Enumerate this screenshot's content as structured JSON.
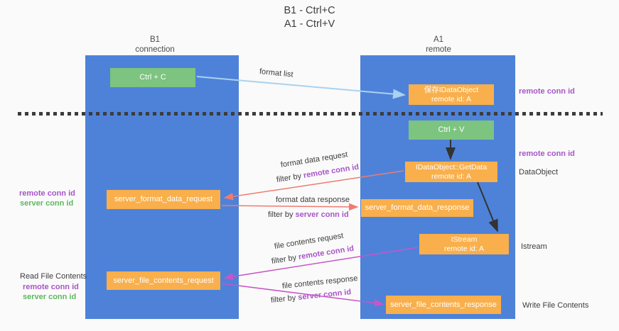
{
  "title": {
    "line1": "B1 - Ctrl+C",
    "line2": "A1 - Ctrl+V"
  },
  "columns": {
    "left": {
      "name": "B1",
      "role": "connection"
    },
    "right": {
      "name": "A1",
      "role": "remote"
    }
  },
  "nodes": {
    "ctrl_c": "Ctrl + C",
    "ctrl_v": "Ctrl + V",
    "save_idataobject": {
      "line1": "保存IDataObject",
      "line2": "remote id: A"
    },
    "getdata": {
      "line1": "IDataObject::GetData",
      "line2": "remote id: A"
    },
    "istream": {
      "line1": "IStream",
      "line2": "remote id: A"
    },
    "server_format_data_request": "server_format_data_request",
    "server_format_data_response": "server_format_data_response",
    "server_file_contents_request": "server_file_contents_request",
    "server_file_contents_response": "server_file_contents_response"
  },
  "side_labels": {
    "remote_conn_id": "remote conn id",
    "server_conn_id": "server conn id",
    "dataobject": "DataObject",
    "istream": "Istream",
    "read_file_contents": "Read File Contents",
    "write_file_contents": "Write File Contents"
  },
  "arrow_labels": {
    "format_list": "format list",
    "format_data_request": "format data request",
    "filter_remote_1": {
      "prefix": "filter by ",
      "highlight": "remote conn id"
    },
    "format_data_response": "format data response",
    "filter_server_1": {
      "prefix": "filter by ",
      "highlight": "server conn id"
    },
    "file_contents_request": "file contents request",
    "filter_remote_2": {
      "prefix": "filter by ",
      "highlight": "remote conn id"
    },
    "file_contents_response": "file contents response",
    "filter_server_2": {
      "prefix": "filter by ",
      "highlight": "server conn id"
    }
  },
  "colors": {
    "column_blue": "#4e82d9",
    "node_green": "#7cc47f",
    "node_orange": "#f9af4b",
    "label_purple": "#a855c8",
    "label_green": "#5cb85c",
    "arrow_blue": "#a9d2f0",
    "arrow_salmon": "#ef7b70",
    "arrow_magenta": "#c855c8",
    "arrow_black": "#333333",
    "background": "#fafafa"
  }
}
